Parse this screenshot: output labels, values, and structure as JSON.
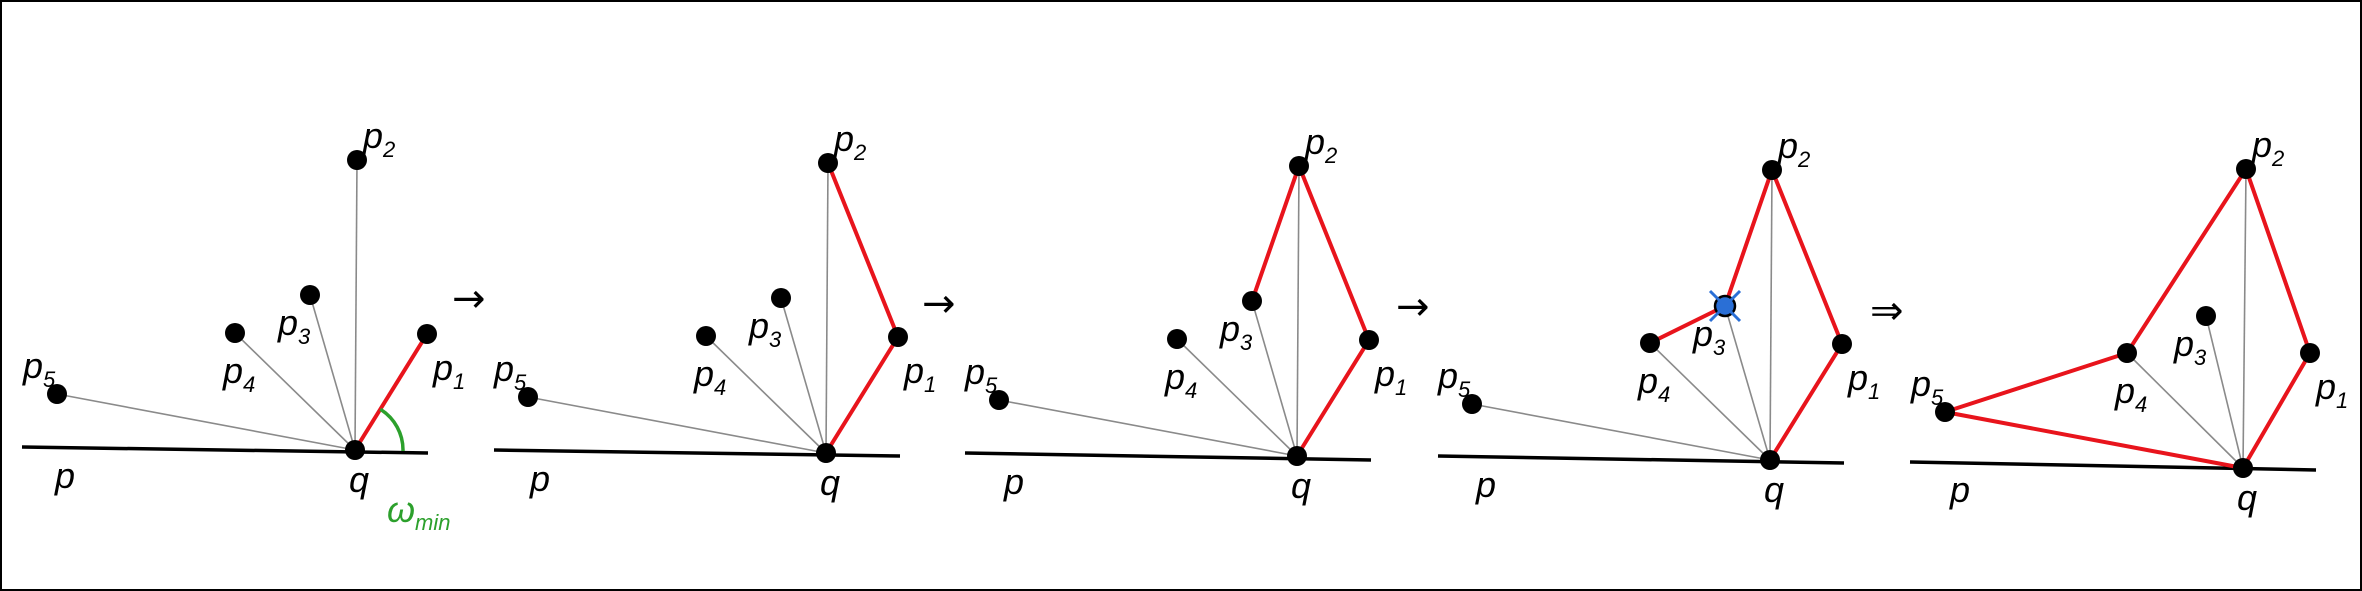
{
  "labels": {
    "p": "p",
    "q": "q",
    "point_letter": "p",
    "subscripts": [
      "1",
      "2",
      "3",
      "4",
      "5"
    ],
    "omega": "ω",
    "omega_sub": "min"
  },
  "arrows": [
    "→",
    "→",
    "→",
    "⇒"
  ],
  "colors": {
    "hull": "#e8141c",
    "spoke": "#8a8a8a",
    "angle": "#2ca02c",
    "removed_marker": "#2a6fd6"
  },
  "steps": [
    {
      "hull": [
        1
      ],
      "removed": []
    },
    {
      "hull": [
        1,
        2
      ],
      "removed": []
    },
    {
      "hull": [
        1,
        2,
        3
      ],
      "removed": []
    },
    {
      "hull": [
        1,
        2,
        3,
        4
      ],
      "removed": [
        3
      ]
    },
    {
      "hull": [
        1,
        2,
        4,
        5
      ],
      "removed": [
        3
      ],
      "final": true
    }
  ]
}
